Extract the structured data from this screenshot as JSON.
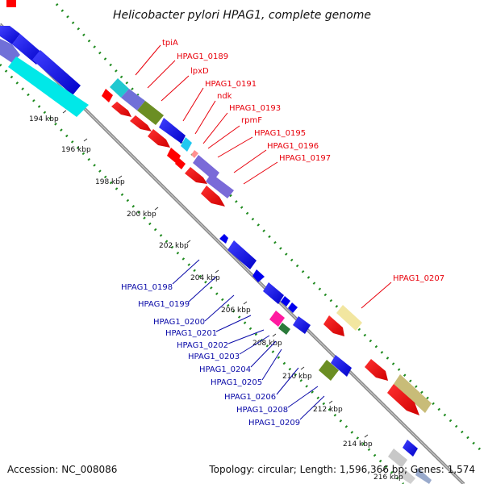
{
  "title": "Helicobacter pylori HPAG1, complete genome",
  "footer": {
    "accession": "Accession: NC_008086",
    "topology": "Topology: circular; Length: 1,596,366 bp; Genes: 1,574"
  },
  "colors": {
    "backbone": "#8c8c8c",
    "dots": "#1e8a1e",
    "red_gene": "#ff0000",
    "blue_gene": "#0000ee",
    "label_red": "#e8000b",
    "label_blue": "#0a0aa8"
  },
  "kbp_ticks": [
    "194 kbp",
    "196 kbp",
    "198 kbp",
    "200 kbp",
    "202 kbp",
    "204 kbp",
    "206 kbp",
    "208 kbp",
    "210 kbp",
    "212 kbp",
    "214 kbp",
    "216 kbp"
  ],
  "labels_forward": [
    "tpiA",
    "HPAG1_0189",
    "lpxD",
    "HPAG1_0191",
    "ndk",
    "HPAG1_0193",
    "rpmF",
    "HPAG1_0195",
    "HPAG1_0196",
    "HPAG1_0197",
    "HPAG1_0207"
  ],
  "labels_reverse": [
    "HPAG1_0198",
    "HPAG1_0199",
    "HPAG1_0200",
    "HPAG1_0201",
    "HPAG1_0202",
    "HPAG1_0203",
    "HPAG1_0204",
    "HPAG1_0205",
    "HPAG1_0206",
    "HPAG1_0208",
    "HPAG1_0209"
  ]
}
